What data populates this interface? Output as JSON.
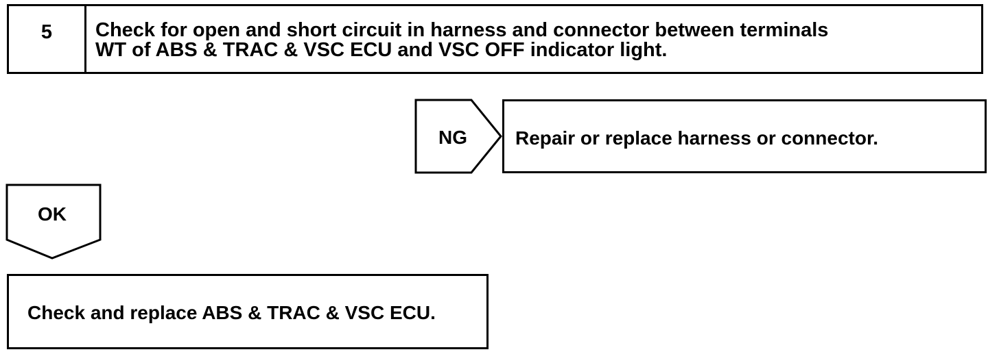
{
  "step": {
    "number": "5",
    "title_line1": "Check for open and short circuit in harness and connector between terminals",
    "title_line2": "WT of ABS & TRAC & VSC ECU and VSC OFF indicator light."
  },
  "ng_branch": {
    "label": "NG",
    "action": "Repair or replace harness or connector."
  },
  "ok_branch": {
    "label": "OK",
    "action": "Check and replace ABS & TRAC & VSC ECU."
  }
}
